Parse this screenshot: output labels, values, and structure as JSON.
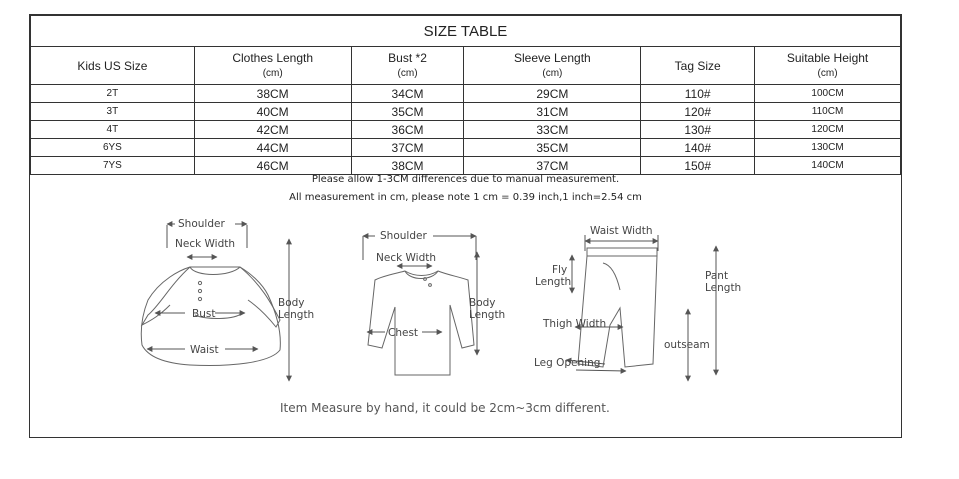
{
  "table": {
    "title": "SIZE TABLE",
    "headers": [
      {
        "label": "Kids US Size",
        "unit": ""
      },
      {
        "label": "Clothes Length",
        "unit": "(cm)"
      },
      {
        "label": "Bust *2",
        "unit": "(cm)"
      },
      {
        "label": "Sleeve Length",
        "unit": "(cm)"
      },
      {
        "label": "Tag Size",
        "unit": ""
      },
      {
        "label": "Suitable Height",
        "unit": "(cm)"
      }
    ],
    "rows": [
      [
        "2T",
        "38CM",
        "34CM",
        "29CM",
        "110#",
        "100CM"
      ],
      [
        "3T",
        "40CM",
        "35CM",
        "31CM",
        "120#",
        "110CM"
      ],
      [
        "4T",
        "42CM",
        "36CM",
        "33CM",
        "130#",
        "120CM"
      ],
      [
        "6YS",
        "44CM",
        "37CM",
        "35CM",
        "140#",
        "130CM"
      ],
      [
        "7YS",
        "46CM",
        "38CM",
        "37CM",
        "150#",
        "140CM"
      ]
    ]
  },
  "notes": {
    "line1": "Please allow 1-3CM differences due to manual measurement.",
    "line2": "All measurement in cm, please note 1 cm = 0.39 inch,1 inch=2.54 cm"
  },
  "diagram_labels": {
    "dress": {
      "shoulder": "Shoulder",
      "neck": "Neck Width",
      "bust": "Bust",
      "waist": "Waist",
      "body1": "Body",
      "body2": "Length"
    },
    "shirt": {
      "shoulder": "Shoulder",
      "neck": "Neck Width",
      "chest": "Chest",
      "body1": "Body",
      "body2": "Length"
    },
    "pants": {
      "waist": "Waist Width",
      "fly1": "Fly",
      "fly2": "Length",
      "pant1": "Pant",
      "pant2": "Length",
      "thigh": "Thigh Width",
      "outseam": "outseam",
      "leg": "Leg Opening"
    }
  },
  "footer": "Item Measure by hand, it could be 2cm~3cm different."
}
